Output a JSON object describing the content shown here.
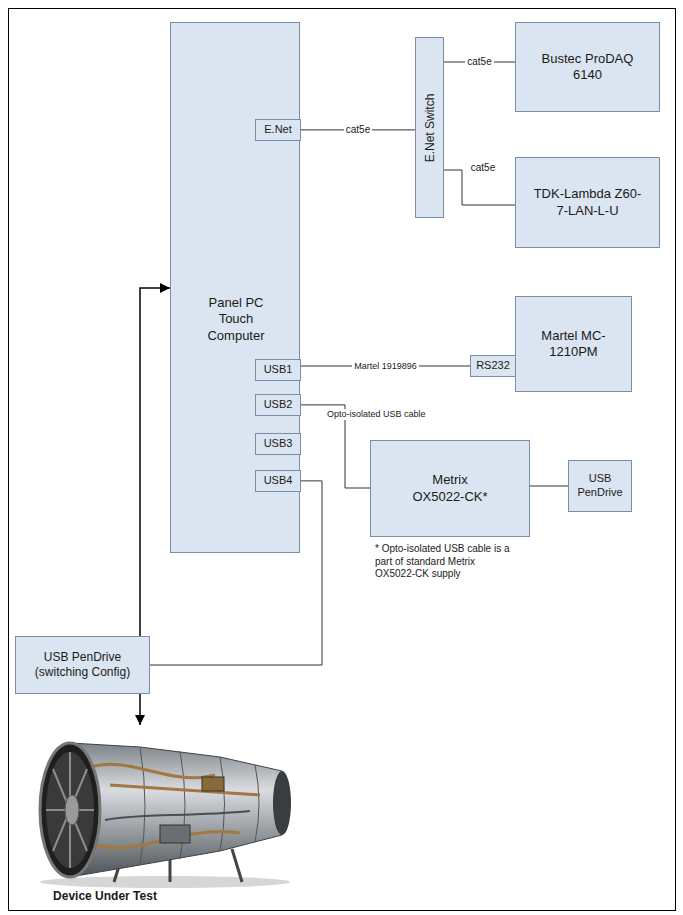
{
  "diagram": {
    "nodes": [
      {
        "text": [
          "Panel PC Touch Computer"
        ]
      },
      {
        "text": [
          "E.Net"
        ],
        "in": 0
      },
      {
        "text": [
          "USB1"
        ],
        "in": 0
      },
      {
        "text": [
          "USB2"
        ],
        "in": 0
      },
      {
        "text": [
          "USB3"
        ],
        "in": 0
      },
      {
        "text": [
          "USB4"
        ],
        "in": 0
      },
      {
        "text": [
          "E.Net Switch"
        ]
      },
      {
        "text": [
          "Bustec ProDAQ 6140"
        ]
      },
      {
        "text": [
          "TDK-Lambda Z60-7-LAN-L-U"
        ]
      },
      {
        "text": [
          "RS232"
        ]
      },
      {
        "text": [
          "Martel MC-1210PM"
        ]
      },
      {
        "text": [
          "Metrix OX5022-CK*"
        ]
      },
      {
        "text": [
          "USB PenDrive"
        ]
      },
      {
        "text": [
          "USB PenDrive (switching Config)"
        ]
      },
      {
        "text": [
          "Device Under Test"
        ]
      }
    ],
    "edges": [
      {
        "from": 1,
        "to": 6,
        "arrow": "none",
        "label": "cat5e"
      },
      {
        "from": 6,
        "to": 7,
        "arrow": "none",
        "label": "cat5e"
      },
      {
        "from": 6,
        "to": 8,
        "arrow": "none",
        "label": "cat5e"
      },
      {
        "from": 2,
        "to": 9,
        "arrow": "none",
        "label": "Martel 1919896"
      },
      {
        "from": 3,
        "to": 11,
        "arrow": "none",
        "label": "Opto-isolated USB cable"
      },
      {
        "from": 11,
        "to": 12,
        "arrow": "none"
      },
      {
        "from": 5,
        "to": 13,
        "arrow": "none"
      },
      {
        "from": 0,
        "to": 14,
        "arrow": "both"
      }
    ],
    "labels": [
      "* Opto-isolated USB cable is a part of standard Metrix OX5022-CK supply"
    ]
  }
}
